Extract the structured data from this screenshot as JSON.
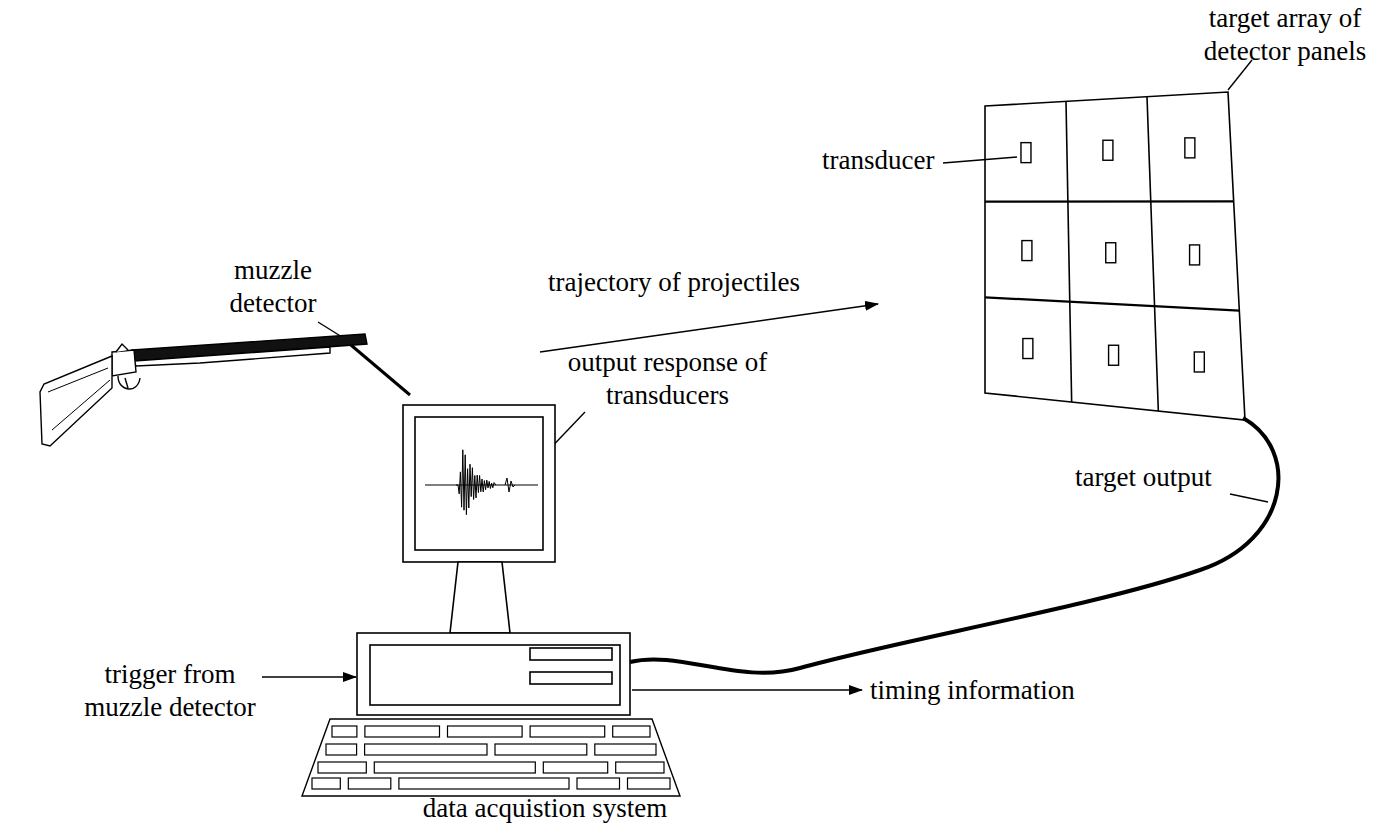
{
  "diagram": {
    "labels": [
      "target array of detector panels",
      "transducer",
      "muzzle detector",
      "trajectory of projectiles",
      "output response of transducers",
      "target output",
      "trigger from muzzle detector",
      "timing information",
      "data acquistion system"
    ]
  }
}
